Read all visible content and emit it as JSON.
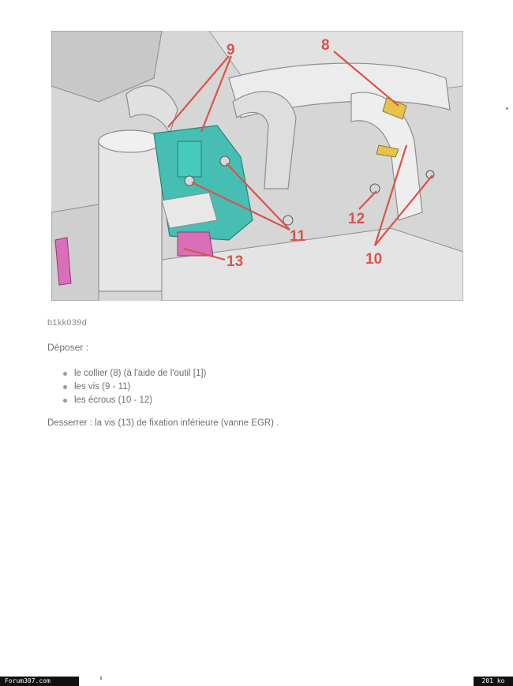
{
  "figure": {
    "callouts": [
      "9",
      "8",
      "11",
      "12",
      "10",
      "13"
    ]
  },
  "caption": "b1kk039d",
  "heading": "Déposer :",
  "steps": [
    "le collier (8) (à l'aide de l'outil [1])",
    "les vis (9 - 11)",
    "les écrous (10 - 12)"
  ],
  "loosen_text": "Desserrer : la vis (13) de fixation inférieure (vanne EGR) .",
  "footer": {
    "site": "Forum307.com",
    "size": "201 ko"
  },
  "colors": {
    "callout": "#d9544a",
    "egr_part": "#3fbdb2",
    "pink_part": "#d96fb8",
    "clamp": "#e6c24a"
  }
}
